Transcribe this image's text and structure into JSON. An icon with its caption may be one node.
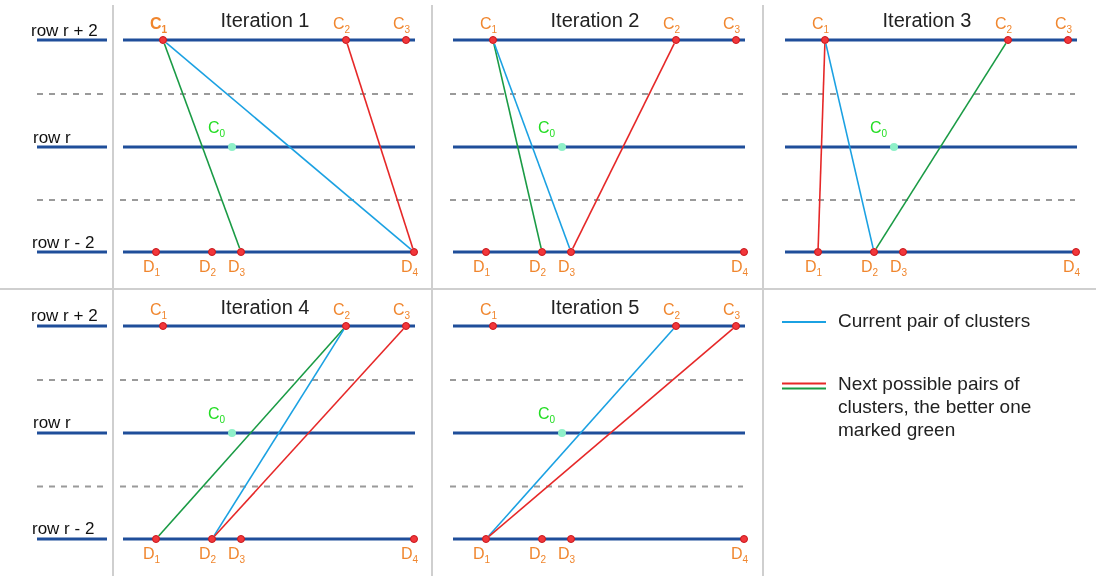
{
  "diagram": {
    "nodes": [
      {
        "text": [
          "Iteration 1"
        ]
      },
      {
        "text": [],
        "shape": "circle",
        "beside": [
          "C$_{1}$"
        ],
        "in": 0
      },
      {
        "text": [],
        "shape": "circle",
        "beside": [
          "C$_{2}$"
        ],
        "in": 0
      },
      {
        "text": [],
        "shape": "circle",
        "beside": [
          "C$_{3}$"
        ],
        "in": 0
      },
      {
        "text": [],
        "shape": "circle",
        "beside": [
          "C$_{0}$"
        ],
        "in": 0
      },
      {
        "text": [],
        "shape": "circle",
        "beside": [
          "D$_{1}$"
        ],
        "in": 0
      },
      {
        "text": [],
        "shape": "circle",
        "beside": [
          "D$_{2}$"
        ],
        "in": 0
      },
      {
        "text": [],
        "shape": "circle",
        "beside": [
          "D$_{3}$"
        ],
        "in": 0
      },
      {
        "text": [],
        "shape": "circle",
        "beside": [
          "D$_{4}$"
        ],
        "in": 0
      },
      {
        "text": [
          "Iteration 2"
        ]
      },
      {
        "text": [],
        "shape": "circle",
        "beside": [
          "C$_{1}$"
        ],
        "in": 9
      },
      {
        "text": [],
        "shape": "circle",
        "beside": [
          "C$_{2}$"
        ],
        "in": 9
      },
      {
        "text": [],
        "shape": "circle",
        "beside": [
          "C$_{3}$"
        ],
        "in": 9
      },
      {
        "text": [],
        "shape": "circle",
        "beside": [
          "C$_{0}$"
        ],
        "in": 9
      },
      {
        "text": [],
        "shape": "circle",
        "beside": [
          "D$_{1}$"
        ],
        "in": 9
      },
      {
        "text": [],
        "shape": "circle",
        "beside": [
          "D$_{2}$"
        ],
        "in": 9
      },
      {
        "text": [],
        "shape": "circle",
        "beside": [
          "D$_{3}$"
        ],
        "in": 9
      },
      {
        "text": [],
        "shape": "circle",
        "beside": [
          "D$_{4}$"
        ],
        "in": 9
      },
      {
        "text": [
          "Iteration 3"
        ]
      },
      {
        "text": [],
        "shape": "circle",
        "beside": [
          "C$_{1}$"
        ],
        "in": 18
      },
      {
        "text": [],
        "shape": "circle",
        "beside": [
          "C$_{2}$"
        ],
        "in": 18
      },
      {
        "text": [],
        "shape": "circle",
        "beside": [
          "C$_{3}$"
        ],
        "in": 18
      },
      {
        "text": [],
        "shape": "circle",
        "beside": [
          "C$_{0}$"
        ],
        "in": 18
      },
      {
        "text": [],
        "shape": "circle",
        "beside": [
          "D$_{1}$"
        ],
        "in": 18
      },
      {
        "text": [],
        "shape": "circle",
        "beside": [
          "D$_{2}$"
        ],
        "in": 18
      },
      {
        "text": [],
        "shape": "circle",
        "beside": [
          "D$_{3}$"
        ],
        "in": 18
      },
      {
        "text": [],
        "shape": "circle",
        "beside": [
          "D$_{4}$"
        ],
        "in": 18
      },
      {
        "text": [
          "Iteration 4"
        ]
      },
      {
        "text": [],
        "shape": "circle",
        "beside": [
          "C$_{1}$"
        ],
        "in": 27
      },
      {
        "text": [],
        "shape": "circle",
        "beside": [
          "C$_{2}$"
        ],
        "in": 27
      },
      {
        "text": [],
        "shape": "circle",
        "beside": [
          "C$_{3}$"
        ],
        "in": 27
      },
      {
        "text": [],
        "shape": "circle",
        "beside": [
          "C$_{0}$"
        ],
        "in": 27
      },
      {
        "text": [],
        "shape": "circle",
        "beside": [
          "D$_{1}$"
        ],
        "in": 27
      },
      {
        "text": [],
        "shape": "circle",
        "beside": [
          "D$_{2}$"
        ],
        "in": 27
      },
      {
        "text": [],
        "shape": "circle",
        "beside": [
          "D$_{3}$"
        ],
        "in": 27
      },
      {
        "text": [],
        "shape": "circle",
        "beside": [
          "D$_{4}$"
        ],
        "in": 27
      },
      {
        "text": [
          "Iteration 5"
        ]
      },
      {
        "text": [],
        "shape": "circle",
        "beside": [
          "C$_{1}$"
        ],
        "in": 36
      },
      {
        "text": [],
        "shape": "circle",
        "beside": [
          "C$_{2}$"
        ],
        "in": 36
      },
      {
        "text": [],
        "shape": "circle",
        "beside": [
          "C$_{3}$"
        ],
        "in": 36
      },
      {
        "text": [],
        "shape": "circle",
        "beside": [
          "C$_{0}$"
        ],
        "in": 36
      },
      {
        "text": [],
        "shape": "circle",
        "beside": [
          "D$_{1}$"
        ],
        "in": 36
      },
      {
        "text": [],
        "shape": "circle",
        "beside": [
          "D$_{2}$"
        ],
        "in": 36
      },
      {
        "text": [],
        "shape": "circle",
        "beside": [
          "D$_{3}$"
        ],
        "in": 36
      },
      {
        "text": [],
        "shape": "circle",
        "beside": [
          "D$_{4}$"
        ],
        "in": 36
      }
    ],
    "edges": [
      {
        "from": 1,
        "to": 7,
        "arrow": "none",
        "color": "#1a9b45"
      },
      {
        "from": 1,
        "to": 8,
        "arrow": "none",
        "color": "#1ba1e2"
      },
      {
        "from": 2,
        "to": 8,
        "arrow": "none",
        "color": "#e62828"
      },
      {
        "from": 10,
        "to": 15,
        "arrow": "none",
        "color": "#1a9b45"
      },
      {
        "from": 10,
        "to": 16,
        "arrow": "none",
        "color": "#1ba1e2"
      },
      {
        "from": 11,
        "to": 16,
        "arrow": "none",
        "color": "#e62828"
      },
      {
        "from": 19,
        "to": 23,
        "arrow": "none",
        "color": "#e62828"
      },
      {
        "from": 19,
        "to": 24,
        "arrow": "none",
        "color": "#1ba1e2"
      },
      {
        "from": 20,
        "to": 24,
        "arrow": "none",
        "color": "#1a9b45"
      },
      {
        "from": 29,
        "to": 32,
        "arrow": "none",
        "color": "#1a9b45"
      },
      {
        "from": 29,
        "to": 33,
        "arrow": "none",
        "color": "#1ba1e2"
      },
      {
        "from": 30,
        "to": 33,
        "arrow": "none",
        "color": "#e62828"
      },
      {
        "from": 38,
        "to": 41,
        "arrow": "none",
        "color": "#1ba1e2"
      },
      {
        "from": 39,
        "to": 41,
        "arrow": "none",
        "color": "#e62828"
      }
    ],
    "labels": [
      "row r + 2",
      "row r",
      "row r - 2",
      "row r + 2",
      "row r",
      "row r - 2"
    ],
    "legend": [
      {
        "text": "Current pair of clusters"
      },
      {
        "text": "Next possible pairs of clusters, the better one marked green"
      }
    ]
  }
}
